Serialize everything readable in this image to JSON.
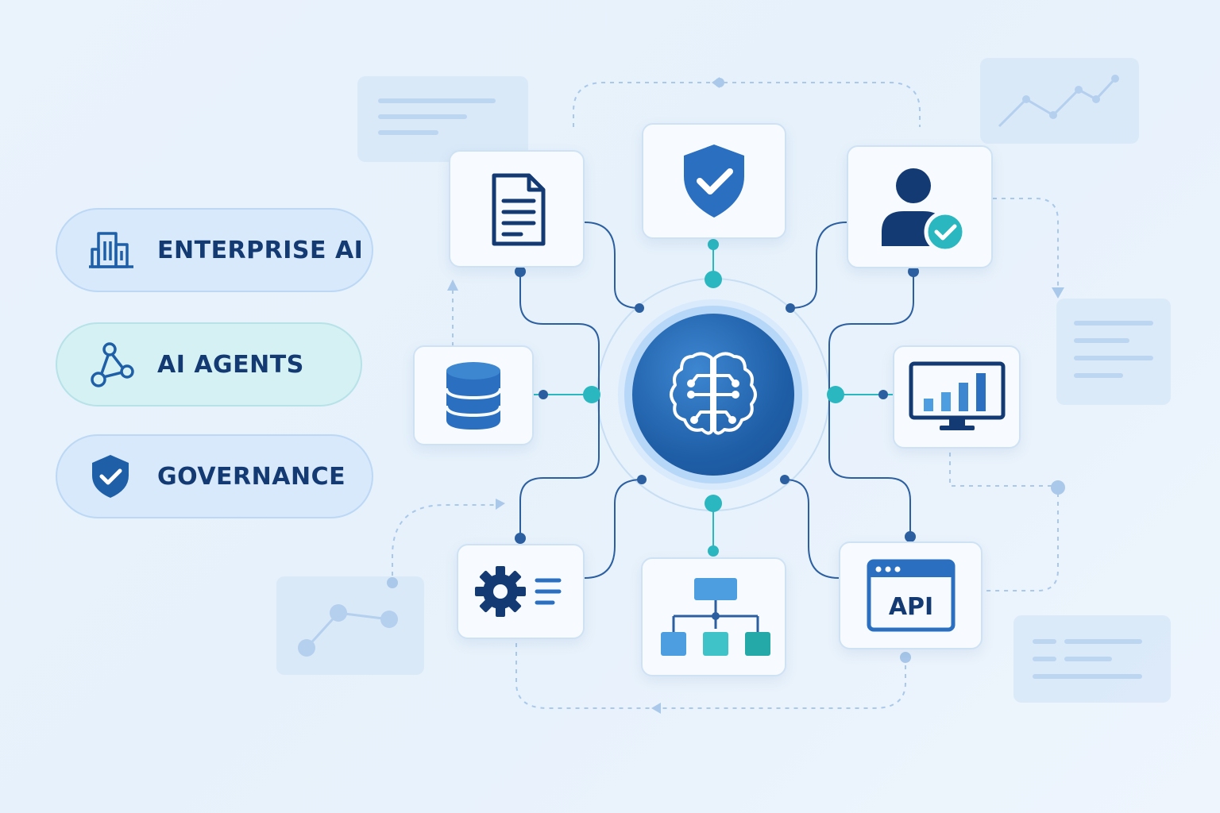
{
  "pills": [
    {
      "label": "ENTERPRISE AI",
      "icon": "building-icon"
    },
    {
      "label": "AI AGENTS",
      "icon": "agent-nodes-icon"
    },
    {
      "label": "GOVERNANCE",
      "icon": "shield-check-icon"
    }
  ],
  "hub": {
    "icon": "brain-circuit-icon"
  },
  "cards": [
    {
      "id": "document",
      "icon": "document-icon"
    },
    {
      "id": "security",
      "icon": "shield-check-icon"
    },
    {
      "id": "user-verified",
      "icon": "user-check-icon"
    },
    {
      "id": "database",
      "icon": "database-icon"
    },
    {
      "id": "analytics",
      "icon": "monitor-bar-chart-icon"
    },
    {
      "id": "settings",
      "icon": "gear-list-icon"
    },
    {
      "id": "workflow",
      "icon": "hierarchy-icon"
    },
    {
      "id": "api",
      "icon": "api-window-icon",
      "label": "API"
    }
  ],
  "colors": {
    "navy": "#143a73",
    "primary": "#1f5fa8",
    "teal": "#2bb7bf",
    "light_blue": "#4d9ee0",
    "line": "#2c5fa0"
  }
}
